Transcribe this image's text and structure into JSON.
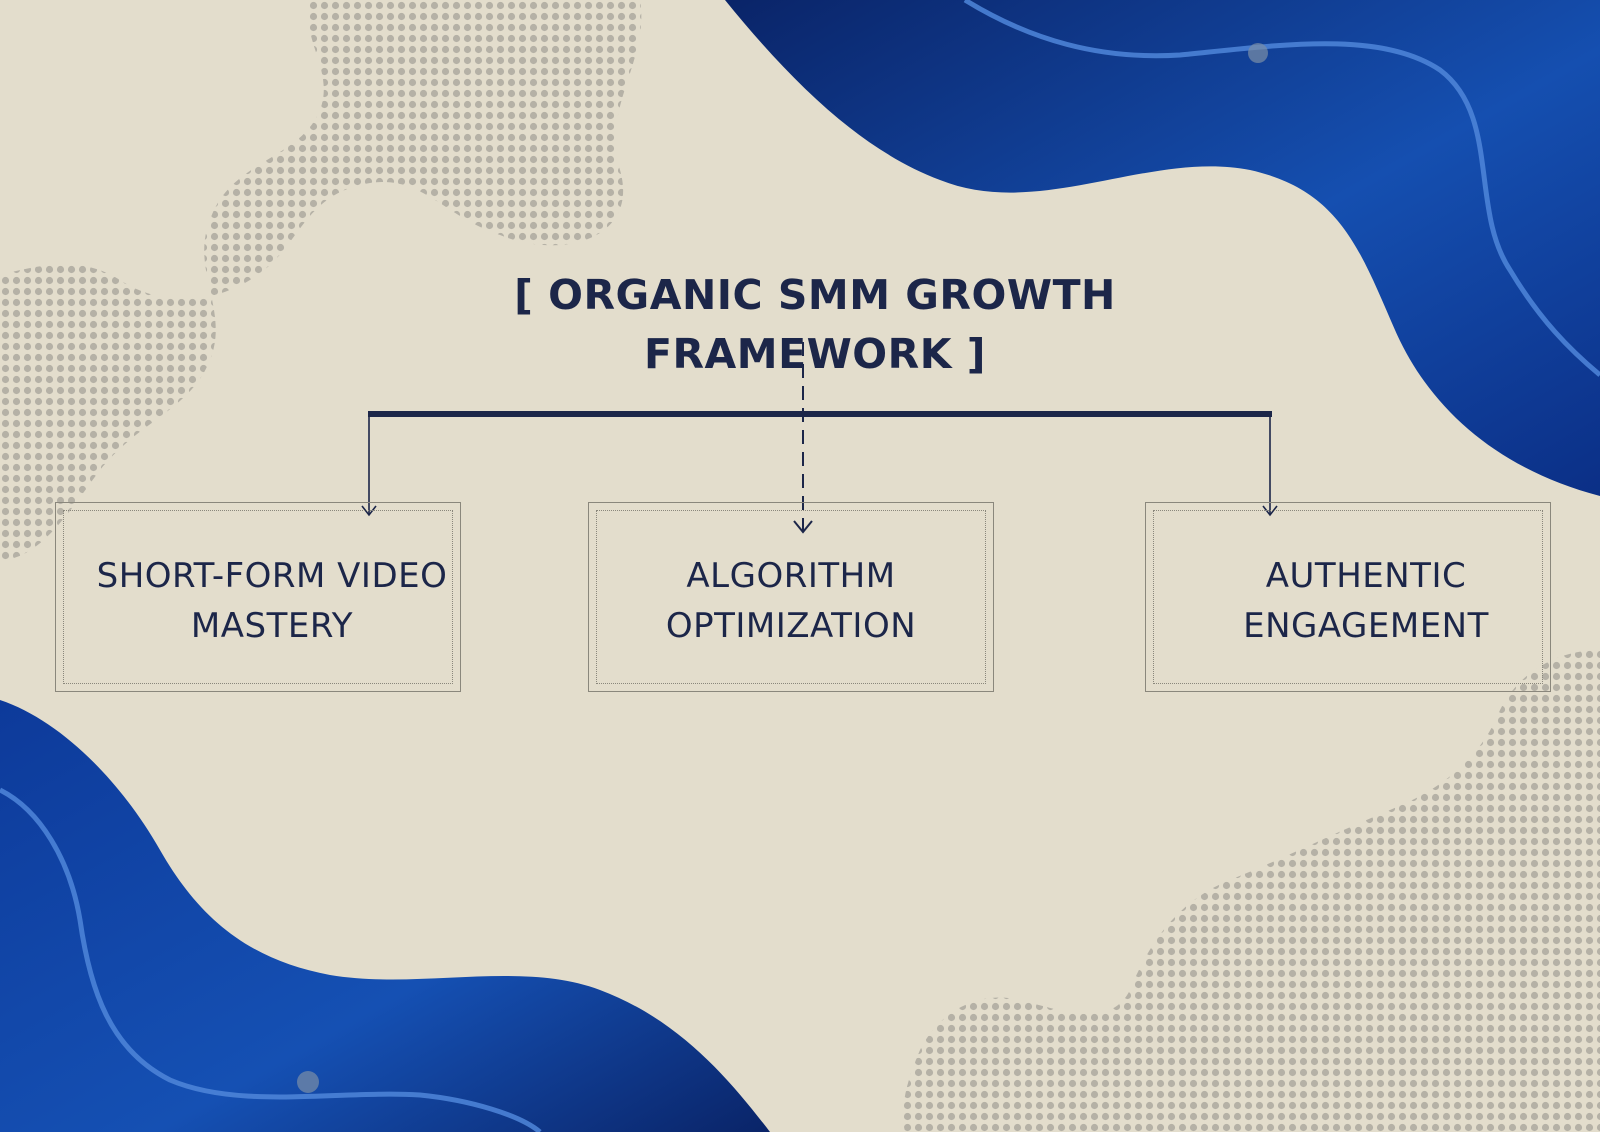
{
  "diagram": {
    "title_line_1": "[ ORGANIC SMM GROWTH",
    "title_line_2": "FRAMEWORK ]",
    "nodes": [
      {
        "line_1": "SHORT-FORM VIDEO",
        "line_2": "MASTERY"
      },
      {
        "line_1": "ALGORITHM",
        "line_2": "OPTIMIZATION"
      },
      {
        "line_1": "AUTHENTIC",
        "line_2": "ENGAGEMENT"
      }
    ]
  },
  "colors": {
    "background": "#e3ddcc",
    "text": "#1c2649",
    "wave_dark": "#0b2a78",
    "wave_light": "#1f5fbf",
    "halftone": "#b5b1a6"
  }
}
